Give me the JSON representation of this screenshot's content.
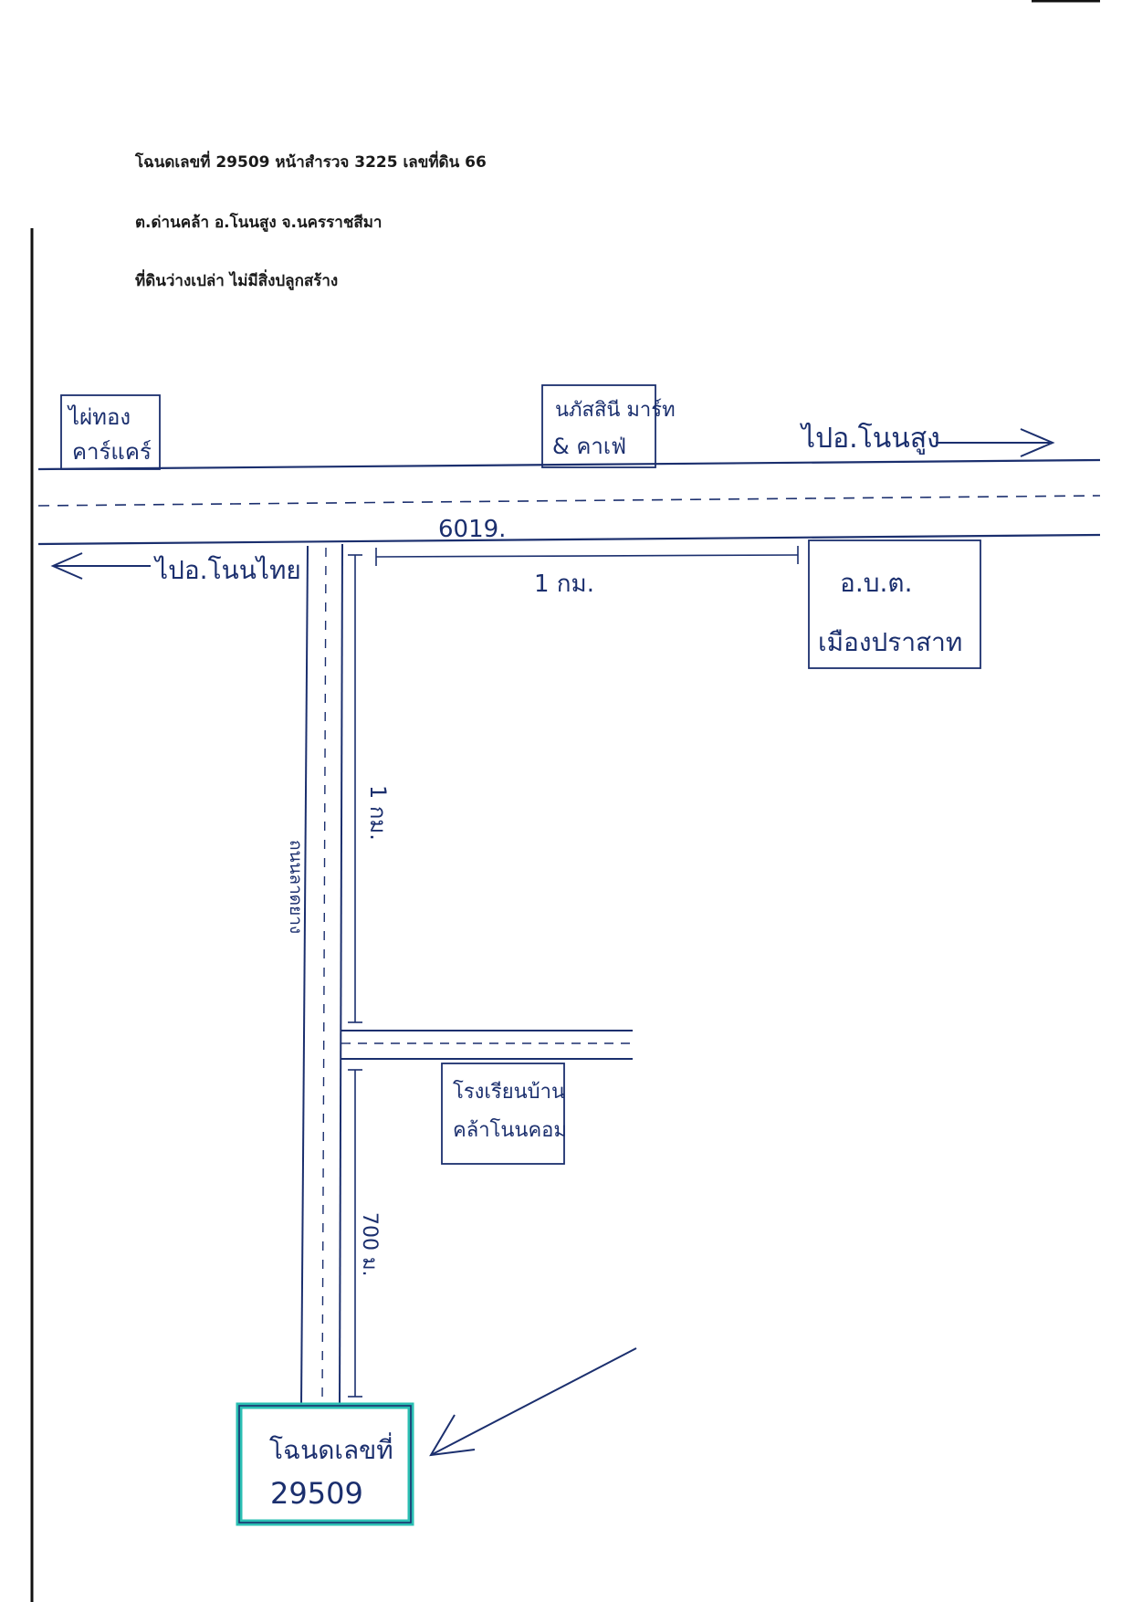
{
  "header": {
    "deed_line": "โฉนดเลขที่ 29509 หน้าสำรวจ 3225 เลขที่ดิน 66",
    "location_line": "ต.ด่านคล้า อ.โนนสูง จ.นครราชสีมา",
    "description_line": "ที่ดินว่างเปล่า ไม่มีสิ่งปลูกสร้าง"
  },
  "map": {
    "road_number": "6019.",
    "to_right_label": "ไปอ.โนนสูง",
    "to_left_label": "ไปอ.โนนไทย",
    "distance_horizontal": "1 กม.",
    "distance_vertical": "1 กม.",
    "distance_lower": "700 ม.",
    "side_road_label": "ถนนลาดยาง",
    "landmark_top_left": [
      "ไผ่ทอง",
      "คาร์แคร์"
    ],
    "landmark_top_middle": [
      "นภัสสินี มาร์ท",
      "& คาเฟ่"
    ],
    "landmark_right": [
      "อ.บ.ต.",
      "เมืองปราสาท"
    ],
    "landmark_school": [
      "โรงเรียนบ้าน",
      "คล้าโนนคอม"
    ],
    "target_parcel": [
      "โฉนดเลขที่",
      "29509"
    ],
    "highlight_color": "#2bbfb3",
    "ink_color": "#1b2f6e"
  }
}
